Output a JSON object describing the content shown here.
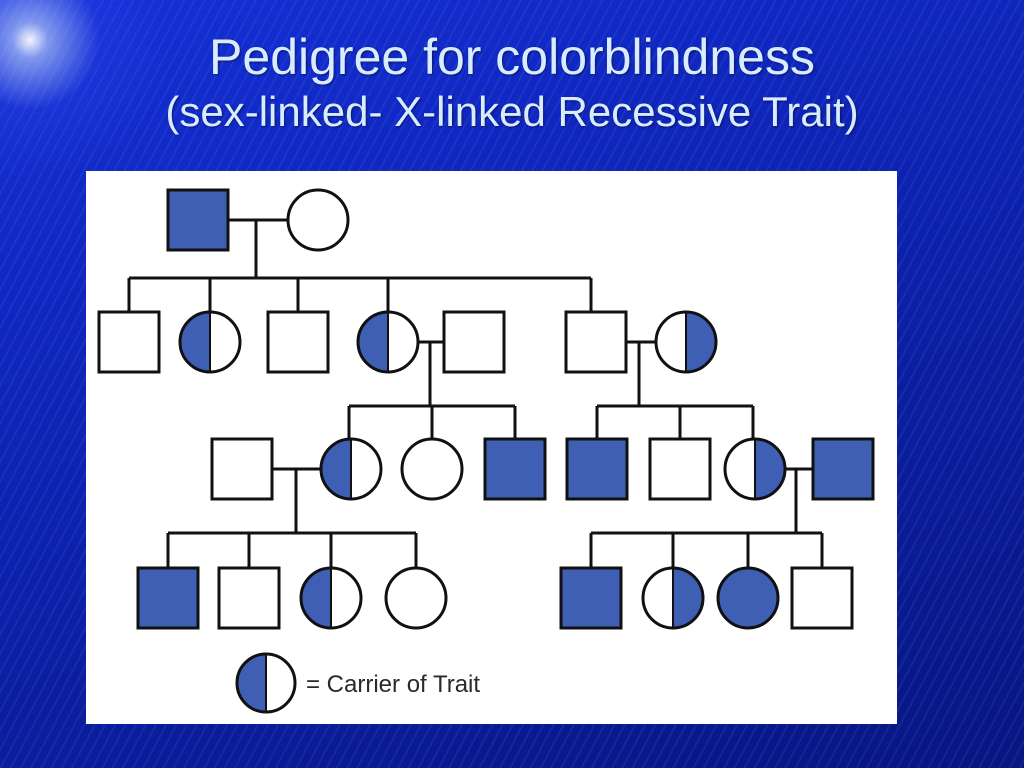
{
  "title": {
    "line1": "Pedigree for colorblindness",
    "line2": "(sex-linked- X-linked Recessive Trait)"
  },
  "legend": {
    "label": "= Carrier of Trait"
  },
  "colors": {
    "affected": "#3f5fb5",
    "line": "#111111",
    "title": "#d8ecff"
  },
  "pedigree": {
    "generation1": [
      {
        "sex": "male",
        "status": "affected"
      },
      {
        "sex": "female",
        "status": "unaffected"
      }
    ],
    "generation2": [
      {
        "sex": "male",
        "status": "unaffected"
      },
      {
        "sex": "female",
        "status": "carrier"
      },
      {
        "sex": "male",
        "status": "unaffected"
      },
      {
        "sex": "female",
        "status": "carrier",
        "spouse": {
          "sex": "male",
          "status": "unaffected"
        }
      },
      {
        "sex": "male",
        "status": "unaffected",
        "spouse": {
          "sex": "female",
          "status": "carrier"
        }
      }
    ],
    "generation3_familyA": [
      {
        "sex": "female",
        "status": "carrier",
        "spouse": {
          "sex": "male",
          "status": "unaffected"
        }
      },
      {
        "sex": "female",
        "status": "unaffected"
      },
      {
        "sex": "male",
        "status": "affected"
      }
    ],
    "generation3_familyB": [
      {
        "sex": "male",
        "status": "affected"
      },
      {
        "sex": "male",
        "status": "unaffected"
      },
      {
        "sex": "female",
        "status": "carrier",
        "spouse": {
          "sex": "male",
          "status": "affected"
        }
      }
    ],
    "generation4_familyA": [
      {
        "sex": "male",
        "status": "affected"
      },
      {
        "sex": "male",
        "status": "unaffected"
      },
      {
        "sex": "female",
        "status": "carrier"
      },
      {
        "sex": "female",
        "status": "unaffected"
      }
    ],
    "generation4_familyB": [
      {
        "sex": "male",
        "status": "affected"
      },
      {
        "sex": "female",
        "status": "carrier"
      },
      {
        "sex": "female",
        "status": "affected"
      },
      {
        "sex": "male",
        "status": "unaffected"
      }
    ]
  }
}
